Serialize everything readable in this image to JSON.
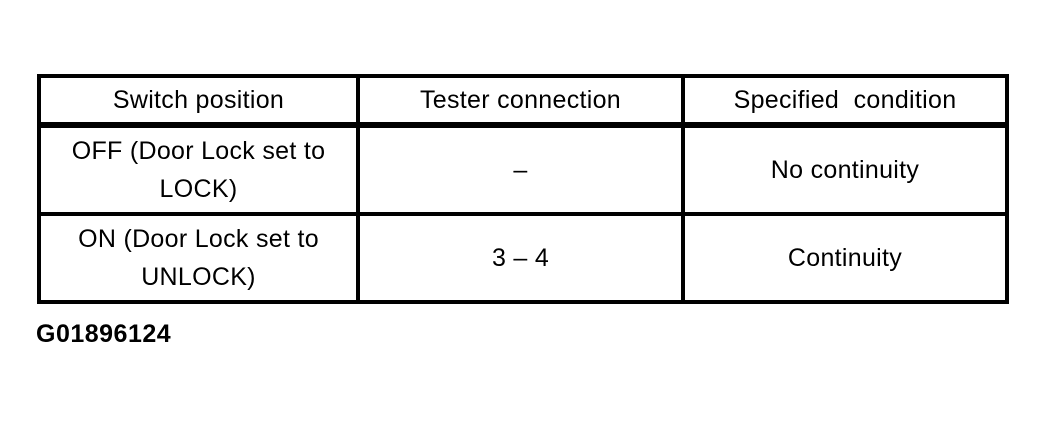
{
  "page": {
    "background_color": "#ffffff",
    "ink_color": "#000000"
  },
  "figure": {
    "id_label": "G01896124"
  },
  "table": {
    "columns": [
      "Switch position",
      "Tester connection",
      "Specified  condition"
    ],
    "rows": [
      [
        "OFF (Door Lock set to LOCK)",
        "–",
        "No continuity"
      ],
      [
        "ON (Door Lock set to UNLOCK)",
        "3 – 4",
        "Continuity"
      ]
    ]
  }
}
